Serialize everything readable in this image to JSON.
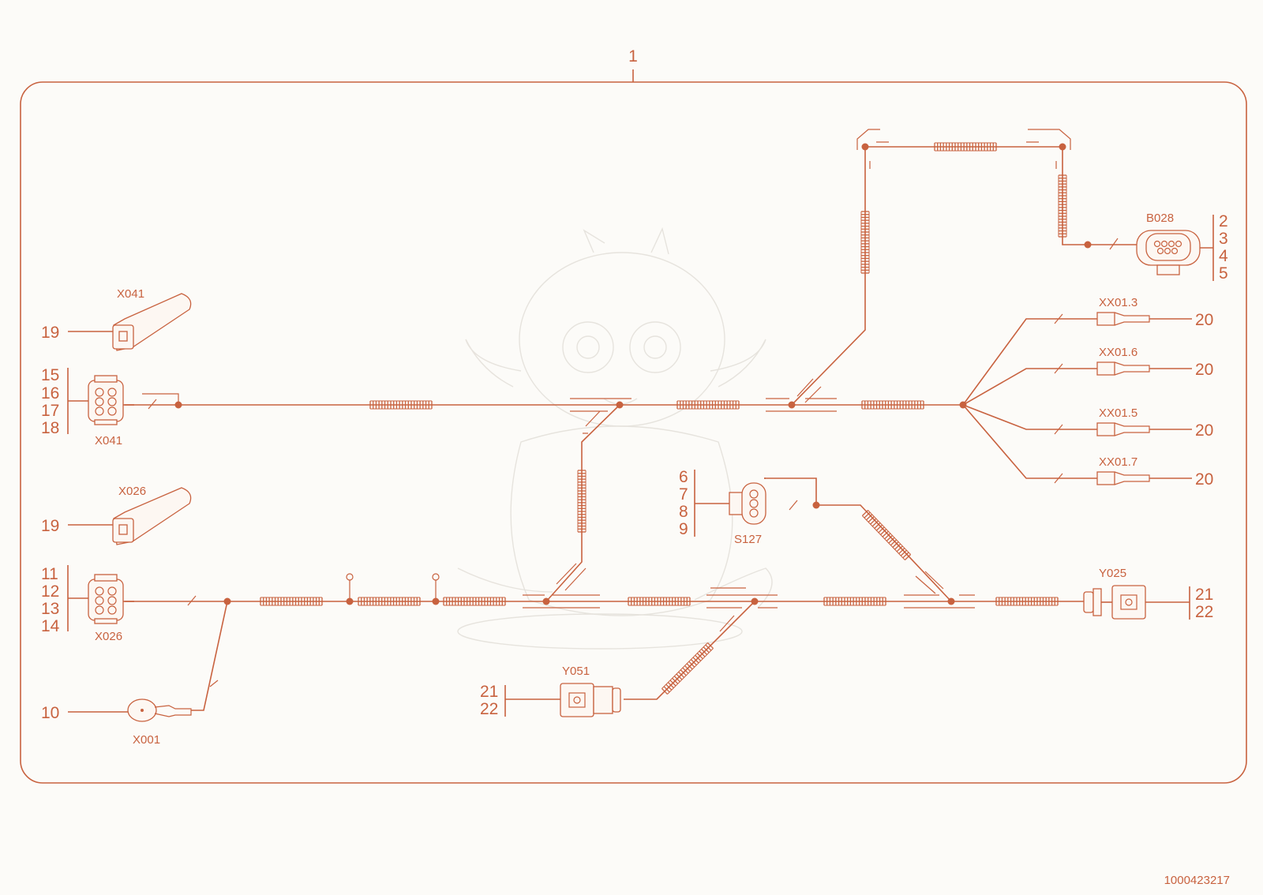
{
  "diagram": {
    "assembly_label": "1",
    "document_id": "1000423217",
    "connectors": {
      "x041_plug": {
        "name": "X041",
        "pin_label": "19"
      },
      "x041_socket": {
        "name": "X041",
        "pins": [
          "15",
          "16",
          "17",
          "18"
        ]
      },
      "x026_plug": {
        "name": "X026",
        "pin_label": "19"
      },
      "x026_socket": {
        "name": "X026",
        "pins": [
          "11",
          "12",
          "13",
          "14"
        ]
      },
      "x001": {
        "name": "X001",
        "pin_label": "10"
      },
      "b028": {
        "name": "B028",
        "pins": [
          "2",
          "3",
          "4",
          "5"
        ]
      },
      "s127": {
        "name": "S127",
        "pins": [
          "6",
          "7",
          "8",
          "9"
        ]
      },
      "y025": {
        "name": "Y025",
        "pins": [
          "21",
          "22"
        ]
      },
      "y051": {
        "name": "Y051",
        "pins": [
          "21",
          "22"
        ]
      },
      "xx01_3": {
        "name": "XX01.3",
        "pin_label": "20"
      },
      "xx01_6": {
        "name": "XX01.6",
        "pin_label": "20"
      },
      "xx01_5": {
        "name": "XX01.5",
        "pin_label": "20"
      },
      "xx01_7": {
        "name": "XX01.7",
        "pin_label": "20"
      }
    },
    "colors": {
      "line": "#c8623f",
      "background": "#fcfbf8"
    }
  }
}
